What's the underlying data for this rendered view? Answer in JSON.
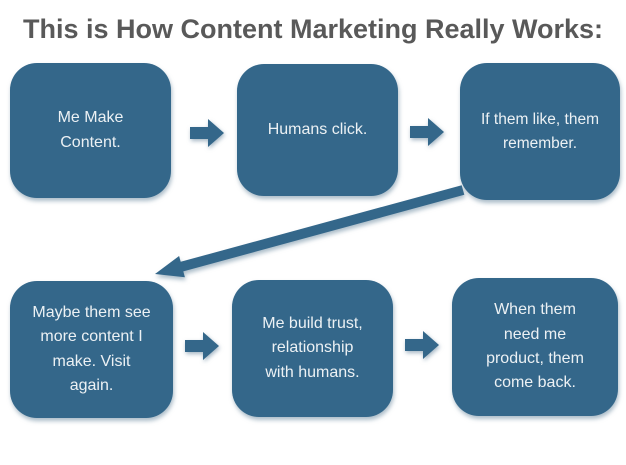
{
  "title": "This is How Content Marketing Really Works:",
  "colors": {
    "background": "#ffffff",
    "shape_fill": "#34678A",
    "title_text": "#595959",
    "box_text": "#ECF1F4"
  },
  "boxes": [
    {
      "id": "step-1",
      "row": 1,
      "text": "Me Make\nContent."
    },
    {
      "id": "step-2",
      "row": 1,
      "text": "Humans click."
    },
    {
      "id": "step-3",
      "row": 1,
      "text": "If them like, them\nremember."
    },
    {
      "id": "step-4",
      "row": 2,
      "text": "Maybe them see\nmore content I\nmake. Visit\nagain."
    },
    {
      "id": "step-5",
      "row": 2,
      "text": "Me build trust,\nrelationship\nwith humans."
    },
    {
      "id": "step-6",
      "row": 2,
      "text": "When them\nneed me\nproduct, them\ncome back."
    }
  ],
  "arrows": [
    {
      "name": "arrow-right-icon",
      "from": "step-1",
      "to": "step-2",
      "type": "right-block"
    },
    {
      "name": "arrow-right-icon",
      "from": "step-2",
      "to": "step-3",
      "type": "right-block"
    },
    {
      "name": "diagonal-arrow-icon",
      "from": "step-3",
      "to": "step-4",
      "type": "diagonal-down-left"
    },
    {
      "name": "arrow-right-icon",
      "from": "step-4",
      "to": "step-5",
      "type": "right-block"
    },
    {
      "name": "arrow-right-icon",
      "from": "step-5",
      "to": "step-6",
      "type": "right-block"
    }
  ]
}
